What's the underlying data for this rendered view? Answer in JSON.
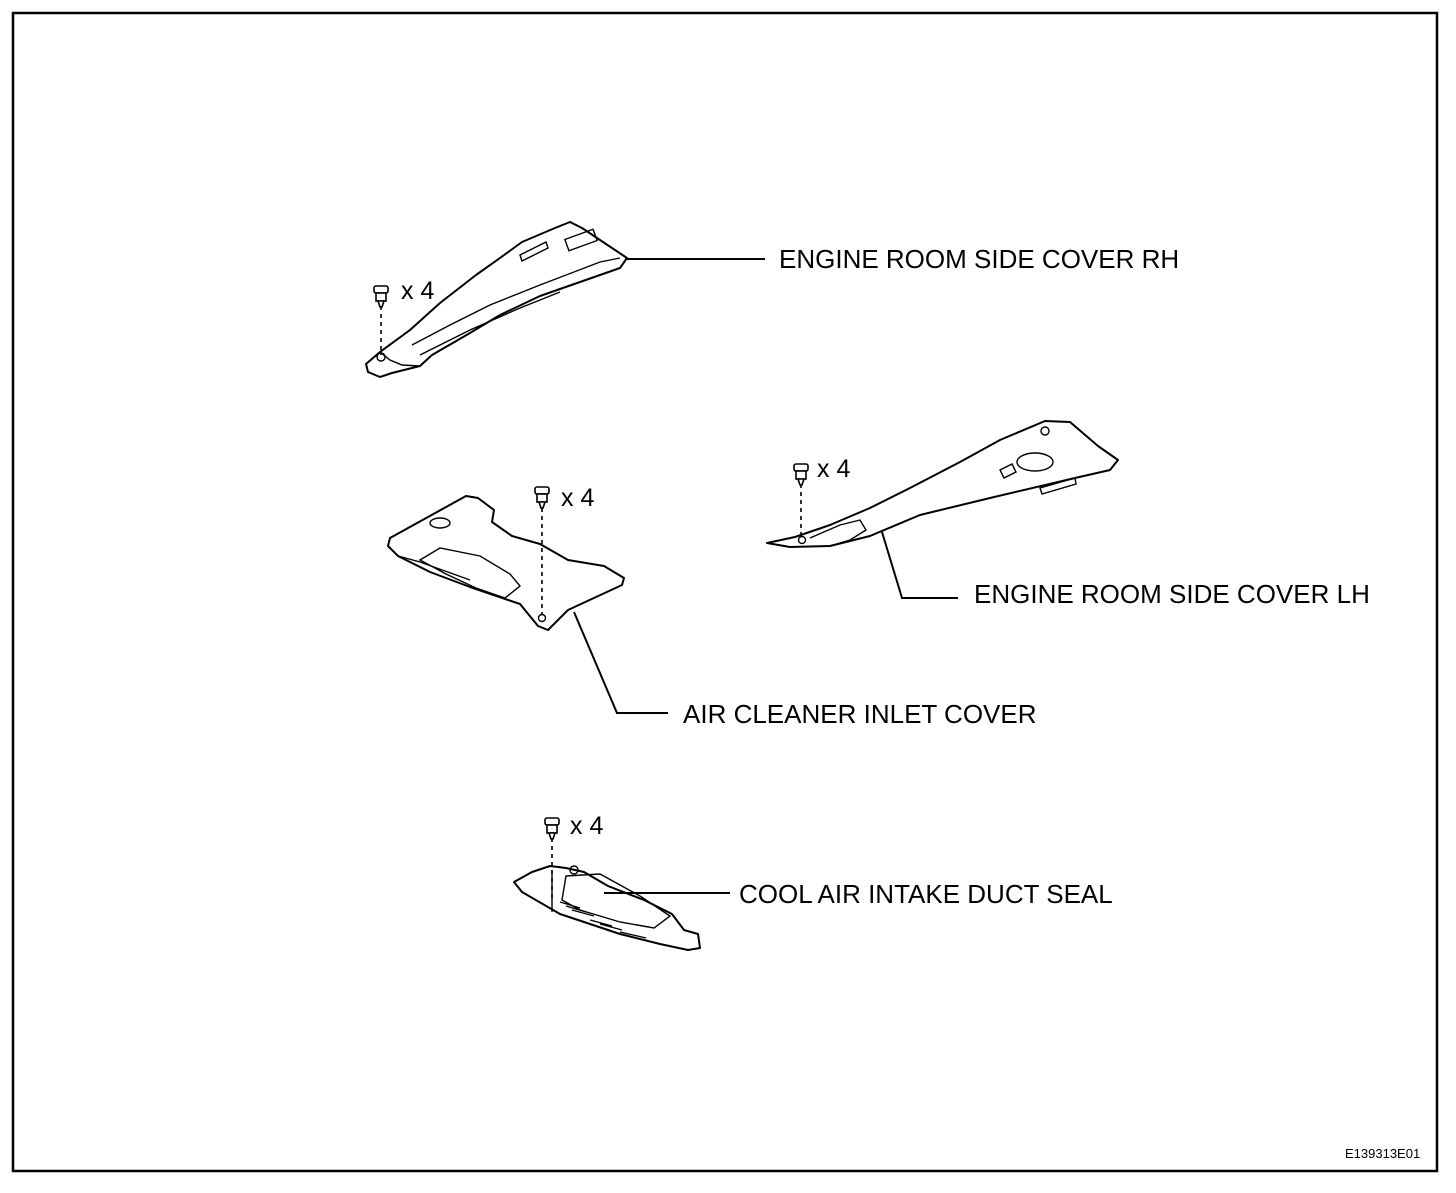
{
  "labels": {
    "rh_cover": "ENGINE ROOM SIDE COVER RH",
    "lh_cover": "ENGINE ROOM SIDE COVER LH",
    "air_cleaner": "AIR CLEANER INLET COVER",
    "duct_seal": "COOL AIR INTAKE DUCT SEAL"
  },
  "quantities": {
    "rh_clips": "x 4",
    "lh_clips": "x 4",
    "air_cleaner_clips": "x 4",
    "duct_seal_clips": "x 4"
  },
  "figure_ref": "E139313E01",
  "icons": {
    "clip": "push-clip-icon"
  }
}
